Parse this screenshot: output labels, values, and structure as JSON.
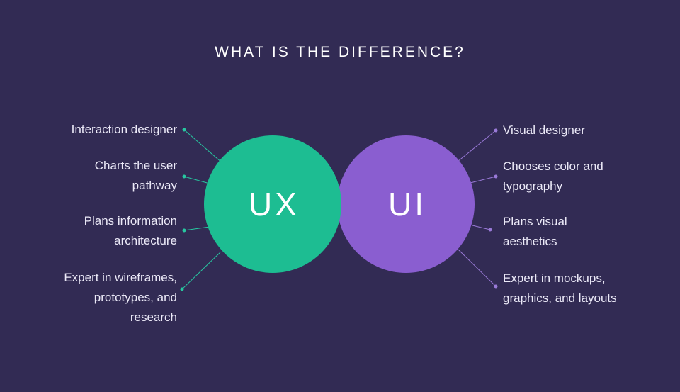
{
  "title": "WHAT IS THE DIFFERENCE?",
  "colors": {
    "background": "#322b54",
    "ux_circle": "#1dbd92",
    "ui_circle": "#8a5ed0",
    "ux_connector": "#27c7a0",
    "ui_connector": "#9a7ad8",
    "text": "#eceaf8",
    "title": "#ffffff"
  },
  "ux": {
    "label": "UX",
    "items": [
      {
        "text": "Interaction designer"
      },
      {
        "text": "Charts the user pathway"
      },
      {
        "text": "Plans information architecture"
      },
      {
        "text": "Expert in wireframes, prototypes, and research"
      }
    ]
  },
  "ui": {
    "label": "UI",
    "items": [
      {
        "text": "Visual designer"
      },
      {
        "text": "Chooses color and typography"
      },
      {
        "text": "Plans visual aesthetics"
      },
      {
        "text": "Expert in mockups, graphics, and layouts"
      }
    ]
  }
}
